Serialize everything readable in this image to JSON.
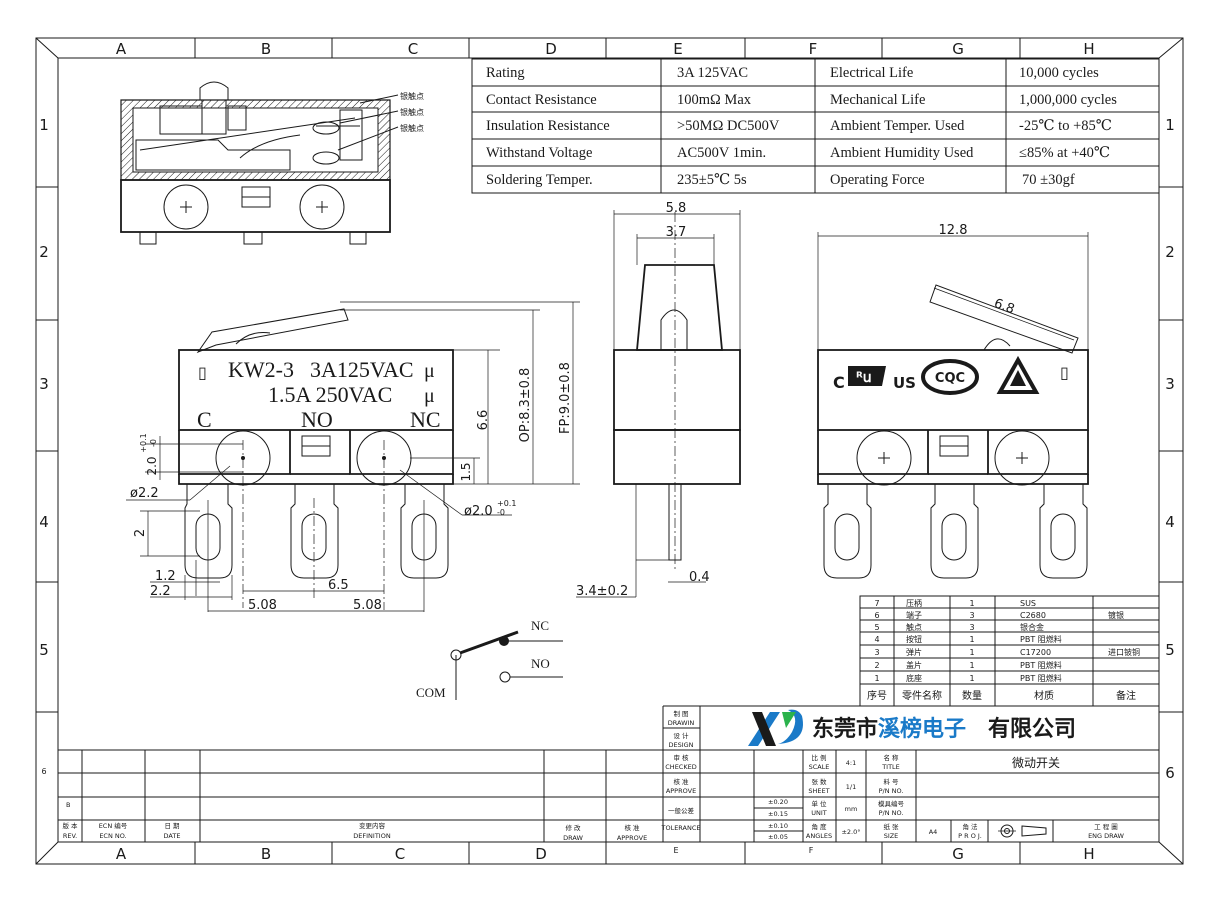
{
  "frame": {
    "columns_top": [
      "A",
      "B",
      "C",
      "D",
      "E",
      "F",
      "G",
      "H"
    ],
    "columns_bottom": [
      "A",
      "B",
      "C",
      "D",
      "E",
      "F",
      "G",
      "H"
    ],
    "rows_left": [
      "1",
      "2",
      "3",
      "4",
      "5"
    ],
    "rows_right": [
      "1",
      "2",
      "3",
      "4",
      "5",
      "6"
    ],
    "row_left_small": "6"
  },
  "spec_table": [
    {
      "label": "Rating",
      "value": "3A  125VAC",
      "label2": "Electrical Life",
      "value2": "10,000 cycles"
    },
    {
      "label": "Contact Resistance",
      "value": "100mΩ  Max",
      "label2": "Mechanical Life",
      "value2": "1,000,000 cycles"
    },
    {
      "label": "Insulation Resistance",
      "value": ">50MΩ  DC500V",
      "label2": "Ambient Temper. Used",
      "value2": "-25℃ to +85℃"
    },
    {
      "label": "Withstand Voltage",
      "value": "AC500V  1min.",
      "label2": "Ambient Humidity Used",
      "value2": "≤85% at +40℃"
    },
    {
      "label": "Soldering Temper.",
      "value": "235±5℃  5s",
      "label2": "Operating Force",
      "value2": "70  ±30gf"
    }
  ],
  "section_view": {
    "labels": [
      "银触点",
      "银触点",
      "银触点"
    ]
  },
  "front_view": {
    "model": "KW2-3",
    "rating1": "3A125VAC",
    "rating2": "1.5A 250VAC",
    "mu1": "μ",
    "mu2": "μ",
    "term_c": "C",
    "term_no": "NO",
    "term_nc": "NC",
    "dims": {
      "h66": "6.6",
      "op": "OP:8.3±0.8",
      "fp": "FP:9.0±0.8",
      "h15": "1.5",
      "hole_left": "2.0",
      "hole_left_tol_up": "+0.1",
      "hole_left_tol_dn": "-0",
      "dia22": "ø2.2",
      "dia20": "ø2.0",
      "dia20_tol_up": "+0.1",
      "dia20_tol_dn": "-0",
      "w2": "2",
      "w12": "1.2",
      "w22": "2.2",
      "p65": "6.5",
      "p508a": "5.08",
      "p508b": "5.08"
    }
  },
  "side_view": {
    "w58": "5.8",
    "w37": "3.7",
    "h34": "3.4±0.2",
    "t04": "0.4"
  },
  "back_view": {
    "w128": "12.8",
    "l68": "6.8",
    "cert_c": "C",
    "cert_us": "US",
    "cert_ccc": "CQC"
  },
  "schematic": {
    "nc": "NC",
    "no": "NO",
    "com": "COM"
  },
  "bom": {
    "headers": [
      "序号",
      "零件名称",
      "数量",
      "材质",
      "备注"
    ],
    "rows": [
      [
        "7",
        "压柄",
        "1",
        "SUS",
        ""
      ],
      [
        "6",
        "端子",
        "3",
        "C2680",
        "镀银"
      ],
      [
        "5",
        "触点",
        "3",
        "银合金",
        ""
      ],
      [
        "4",
        "按钮",
        "1",
        "PBT  阻燃料",
        ""
      ],
      [
        "3",
        "弹片",
        "1",
        "C17200",
        "进口铍铜"
      ],
      [
        "2",
        "盖片",
        "1",
        "PBT  阻燃料",
        ""
      ],
      [
        "1",
        "底座",
        "1",
        "PBT  阻燃料",
        ""
      ]
    ]
  },
  "title_block": {
    "company": "东莞市溪榜电子有限公司",
    "company_part1": "东莞市",
    "company_part2": "溪榜电子",
    "company_part3": "有限公司",
    "drawn_cn": "制 图",
    "drawn_en": "DRAWIN",
    "design_cn": "设 计",
    "design_en": "DESIGN",
    "checked_cn": "审 核",
    "checked_en": "CHECKED",
    "approve_cn": "核 准",
    "approve_en": "APPROVE",
    "tol_cn": "一般公差",
    "tol_en": "TOLERANCE",
    "tol_values": [
      "±0.20",
      "±0.15",
      "±0.10",
      "±0.05"
    ],
    "scale_cn": "比 例",
    "scale_en": "SCALE",
    "scale": "4:1",
    "sheet_cn": "张 数",
    "sheet_en": "SHEET",
    "sheet": "1/1",
    "unit_cn": "单 位",
    "unit_en": "UNIT",
    "unit": "mm",
    "angles_cn": "角 度",
    "angles_en": "ANGLES",
    "angles": "±2.0°",
    "title_cn": "名 称",
    "title_en": "TITLE",
    "title": "微动开关",
    "pn_cn": "料 号",
    "pn_en": "P/N NO.",
    "mold_cn": "模具编号",
    "mold_en": "P/N NO.",
    "size_cn": "纸 张",
    "size_en": "SIZE",
    "size": "A4",
    "proj_cn": "角 法",
    "proj_en": "P R O J.",
    "eng_cn": "工 程 圖",
    "eng_en": "ENG DRAW",
    "rev_cn": "版 本",
    "rev_en": "REV.",
    "ecn_cn": "ECN 编号",
    "ecn_en": "ECN NO.",
    "date_cn": "日 期",
    "date_en": "DATE",
    "def_cn": "变更内容",
    "def_en": "DEFINITION",
    "draw_cn": "修 改",
    "draw_en": "DRAW",
    "appr_cn": "核 准",
    "appr_en": "APPROVE",
    "rev_row_b": "B"
  }
}
